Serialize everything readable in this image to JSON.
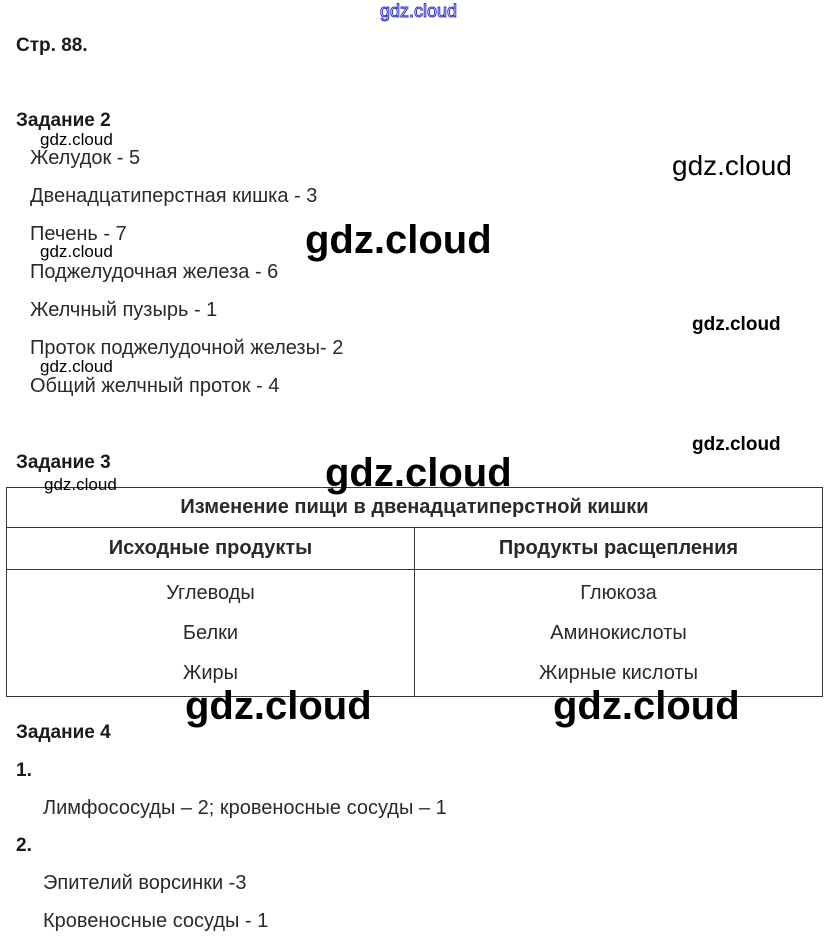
{
  "watermark": "gdz.cloud",
  "page_label": "Стр. 88.",
  "task2": {
    "heading": "Задание 2",
    "items": [
      "Желудок - 5",
      "Двенадцатиперстная кишка - 3",
      "Печень - 7",
      "Поджелудочная железа - 6",
      "Желчный пузырь - 1",
      "Проток поджелудочной железы- 2",
      "Общий желчный проток - 4"
    ]
  },
  "task3": {
    "heading": "Задание 3",
    "table": {
      "title": "Изменение пищи в двенадцатиперстной кишки",
      "headers": [
        "Исходные продукты",
        "Продукты расщепления"
      ],
      "rows": [
        [
          "Углеводы",
          "Глюкоза"
        ],
        [
          "Белки",
          "Аминокислоты"
        ],
        [
          "Жиры",
          "Жирные кислоты"
        ]
      ]
    }
  },
  "task4": {
    "heading": "Задание 4",
    "parts": [
      {
        "number": "1.",
        "lines": [
          "Лимфососуды – 2; кровеносные сосуды – 1"
        ]
      },
      {
        "number": "2.",
        "lines": [
          "Эпителий ворсинки -3",
          "Кровеносные сосуды - 1"
        ]
      }
    ]
  }
}
